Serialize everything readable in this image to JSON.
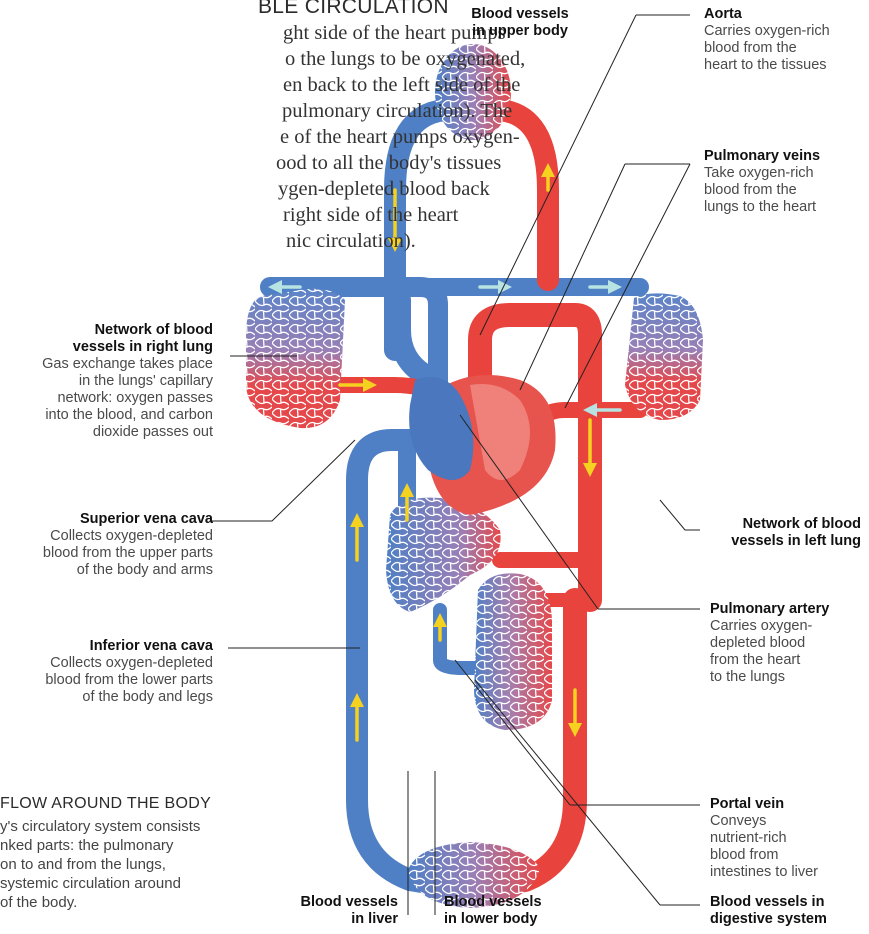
{
  "intro": {
    "heading": "BLE CIRCULATION",
    "lines": [
      "ght side of the heart pumps",
      "o the lungs to be oxygenated,",
      "en back to the left side of the",
      "pulmonary circulation). The",
      "e of the heart pumps oxygen-",
      "ood to all the body's tissues",
      "ygen-depleted blood back",
      "right side of the heart",
      "nic circulation)."
    ]
  },
  "flow": {
    "heading": "FLOW AROUND THE BODY",
    "lines": [
      "y's circulatory system consists",
      "nked parts: the pulmonary",
      "on to and from the lungs,",
      "systemic circulation around",
      "of the body."
    ]
  },
  "labels": {
    "upper_body": {
      "title": [
        "Blood vessels",
        "in upper body"
      ]
    },
    "aorta": {
      "title": [
        "Aorta"
      ],
      "desc": [
        "Carries oxygen-rich",
        "blood from the",
        "heart to the tissues"
      ]
    },
    "pulmonary_veins": {
      "title": [
        "Pulmonary veins"
      ],
      "desc": [
        "Take oxygen-rich",
        "blood from the",
        "lungs to the heart"
      ]
    },
    "right_lung": {
      "title": [
        "Network of blood",
        "vessels in right lung"
      ],
      "desc": [
        "Gas exchange takes place",
        "in the lungs' capillary",
        "network: oxygen passes",
        "into the blood, and carbon",
        "dioxide passes out"
      ]
    },
    "svc": {
      "title": [
        "Superior vena cava"
      ],
      "desc": [
        "Collects oxygen-depleted",
        "blood from the upper parts",
        "of the body and arms"
      ]
    },
    "left_lung": {
      "title": [
        "Network of blood",
        "vessels in left lung"
      ]
    },
    "pulmonary_artery": {
      "title": [
        "Pulmonary artery"
      ],
      "desc": [
        "Carries oxygen-",
        "depleted blood",
        "from the heart",
        "to the lungs"
      ]
    },
    "ivc": {
      "title": [
        "Inferior vena cava"
      ],
      "desc": [
        "Collects oxygen-depleted",
        "blood from the lower parts",
        "of the body and legs"
      ]
    },
    "portal_vein": {
      "title": [
        "Portal vein"
      ],
      "desc": [
        "Conveys",
        "nutrient-rich",
        "blood from",
        "intestines to liver"
      ]
    },
    "liver": {
      "title": [
        "Blood vessels",
        "in liver"
      ]
    },
    "lower_body": {
      "title": [
        "Blood vessels",
        "in lower body"
      ]
    },
    "digestive": {
      "title": [
        "Blood vessels in",
        "digestive system"
      ]
    }
  },
  "colors": {
    "oxygen_rich": "#e8433d",
    "oxygen_depleted": "#4f7fc4",
    "arrow_yellow": "#f5d21f",
    "arrow_cyan": "#b7e3e2",
    "leader": "#222222"
  }
}
